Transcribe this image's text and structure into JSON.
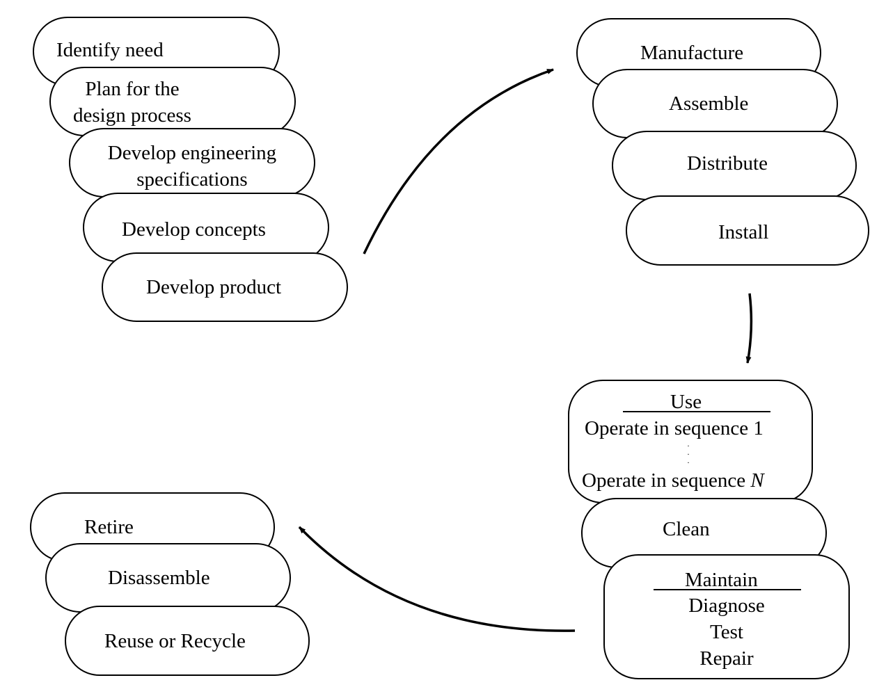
{
  "design_stage": {
    "identify_need": "Identify need",
    "plan_process": "Plan for the\ndesign process",
    "develop_specs": "Develop engineering\nspecifications",
    "develop_concepts": "Develop concepts",
    "develop_product": "Develop product"
  },
  "manufacture_stage": {
    "manufacture": "Manufacture",
    "assemble": "Assemble",
    "distribute": "Distribute",
    "install": "Install"
  },
  "use_stage": {
    "use_heading": "Use",
    "operate_first": "Operate in sequence 1",
    "operate_last_prefix": "Operate in sequence ",
    "operate_last_var": "N",
    "clean": "Clean",
    "maintain_heading": "Maintain",
    "diagnose": "Diagnose",
    "test": "Test",
    "repair": "Repair"
  },
  "retirement_stage": {
    "retire": "Retire",
    "disassemble": "Disassemble",
    "reuse_recycle": "Reuse or Recycle"
  }
}
